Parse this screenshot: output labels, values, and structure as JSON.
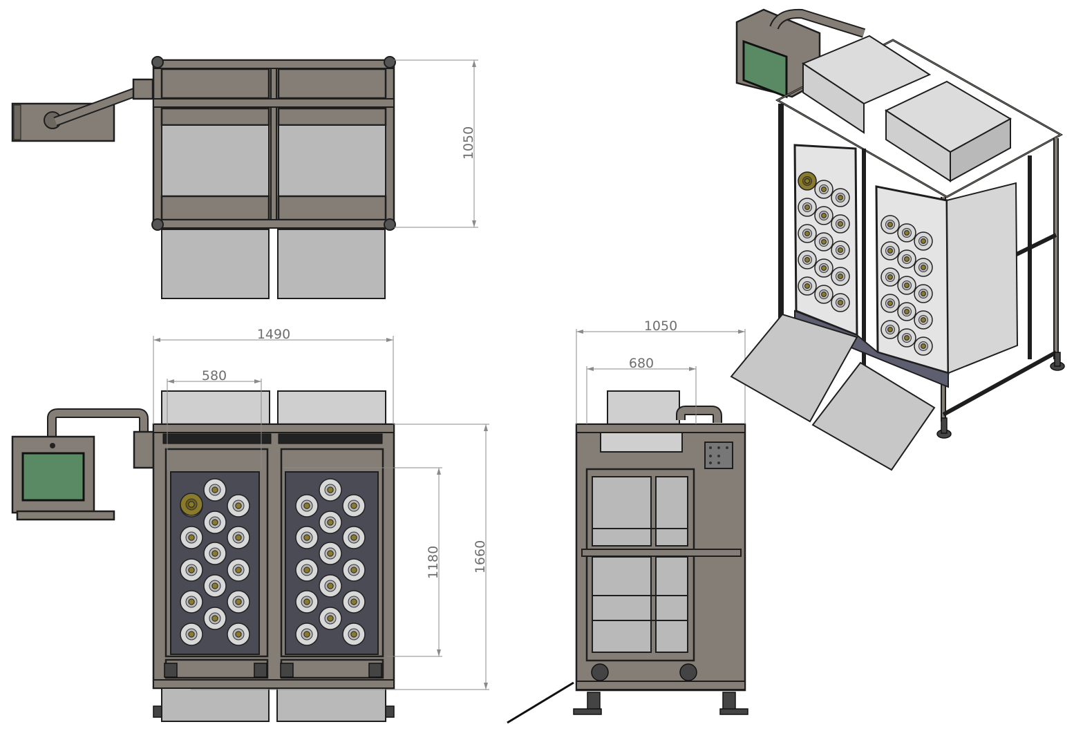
{
  "dimensions": {
    "top_view_depth": "1050",
    "front_width": "1490",
    "front_bay_width": "580",
    "front_rack_height": "1180",
    "front_total_height": "1660",
    "side_depth": "1050",
    "side_inner_width": "680"
  },
  "colors": {
    "frame": "#857e76",
    "panel": "#b9b9b9",
    "rack_back": "#4b4b55",
    "spool_body": "#d8d8d8",
    "spool_core": "#8a7a2c",
    "screen": "#5a8a63",
    "line": "#1e1e1e",
    "dimension": "#8a8a8a"
  }
}
